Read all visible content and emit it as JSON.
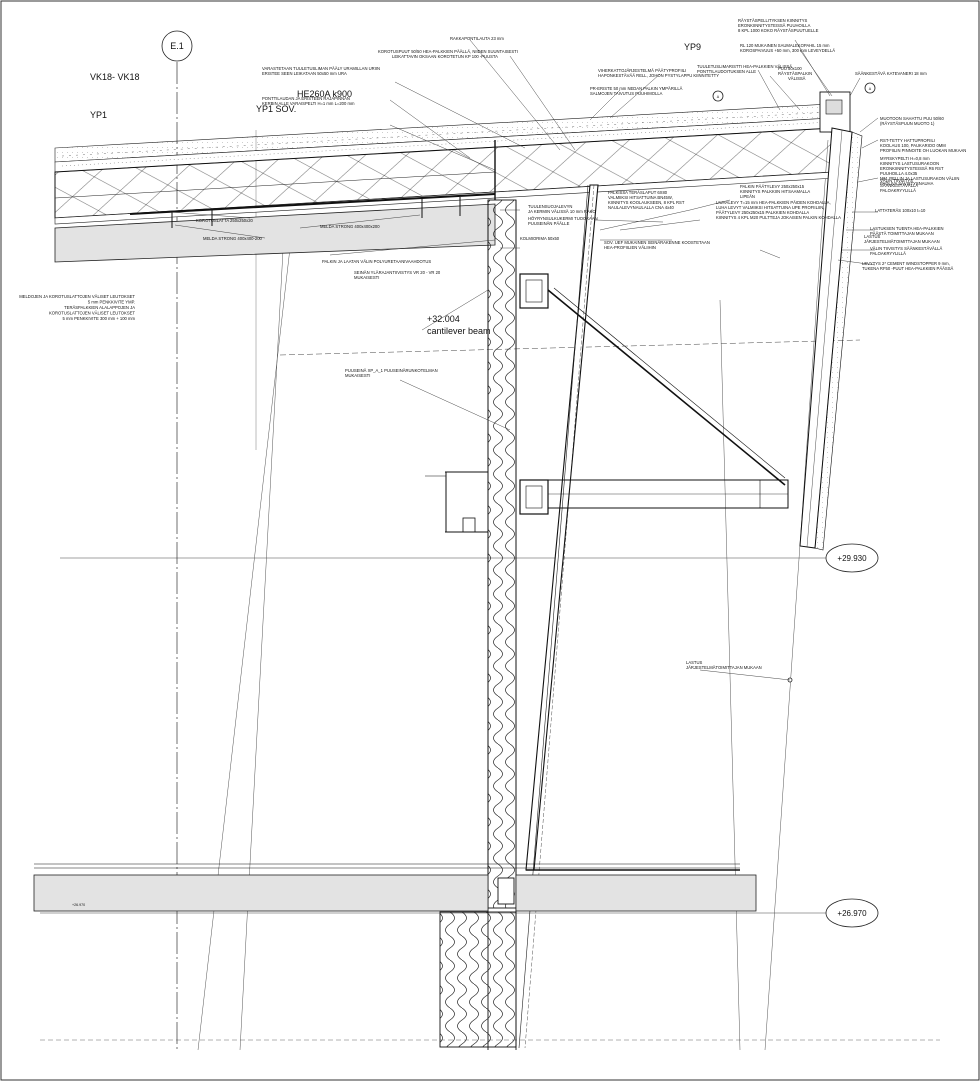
{
  "sheet": {
    "gridline": "E.1",
    "sheet_refs": [
      "VK18- VK18",
      "YP1",
      "YP1 SOV.",
      "YP9",
      "HE260A k900"
    ],
    "levels": [
      {
        "label": "+32.004",
        "sub": "cantilever beam"
      },
      {
        "label": "+29.930"
      },
      {
        "label": "+26.970"
      },
      {
        "label": "+26.970"
      }
    ],
    "markers": [
      "A",
      "A"
    ],
    "notes_top": [
      "RAKKAPONTILAUTA 23 mm",
      "KOROTUSPUUT 50/50 HEA-PALKKIEN PÄÄLLÄ, NIIDEN SUUNTAISESTI",
      "LEIKATTAVIN OKSAAN KOROTETUN KP 100 -PUUSTA",
      "VIHERKATTOJÄRJESTELMÄ PÄÄTYPROFIILI",
      "HAPONKESTÄVÄÄ RELL, JOHON PYSTYLAPPU KIINNITETTY",
      "PR-ERISTE 50 mm NEDAN PALKIN YMPÄRILLÄ",
      "SALMOJEN TAIVUTUS PUUHIMOLLA",
      "VARASTETAAN TUULETUSLIMAN PÄÄLY URAMILLAN URIIN",
      "ERISTEE SEEN LEIKATAAN 50x50 mm URA",
      "PONTTILAUDAN JA ERISTEEN RAJAPINNAN",
      "KERBIN ALLE VARAISPELTI H=1 mm L=200 mm"
    ],
    "notes_top_right": [
      "RÄYSTÄSPELLITYKSEN KIINNITYS",
      "ERONKIINNITYSTEISSÄ PUUHOILLA",
      "8 KPL 1000 KOKO RÄYSTÄSPUUTUELLE",
      "RL 120 MUKAINEN SAUMALEKOPAHIL 15 mm",
      "KOROSPAIVUUS +50 mm, 300 mm LEVEYDELLÄ",
      "TUULETUSLIMARISTTI HEA-PALKKIEN VÄLISSÄ",
      "PONTTILAUDOITUKSEN ALLE",
      "PUU 50x100",
      "RÄYSTÄSPALKIN",
      "VÄLISSÄ",
      "SÄÄNKESTÄVÄ KATEVANERI 18 mm"
    ],
    "notes_right": [
      "MUOTOON SAHATTU PUU 50/60",
      "(RÄYSTÄSPUUN MUOTO 1)",
      "RST-TETTY HATTUPROFIILI",
      "KOOLAUS 100, PAUKARIOO 0MM",
      "PROFIILIN PINNOITE OH LUOKAN MUKAAN",
      "MYRSKYPELTI H=0,8 mm",
      "KIINNITYS LASTUSURAKOON",
      "ERONKIINNITYSTEISSÄ R6 RST",
      "PUUHOILLA 4.0x35",
      "MM, PELLIN JA LASTUSURAKON VÄLIIN",
      "PAOLIVA SÄVISTYSNAUHA",
      "VÄLIN TIIVISTYS",
      "SÄÄNKESTÄVÄLLÄ",
      "PALOAKRYYLILLÄ",
      "LATTATERÄS 100x10 t=10",
      "LASTUKSEN TUENTA HEA-PALKKIEN",
      "PÄÄSTÄ TOIMITTAJAN MUKAAN",
      "VÄLIN TIIVISTYS SÄÄNKESTÄVÄLLÄ",
      "PALOAKRYYLILLÄ",
      "LEVYTYS 2* CEMENT WINDSTOPPER 9 mm,",
      "TUKENA RF50 -PUUT HEA-PALKKIEN PÄÄSSÄ"
    ],
    "notes_middle": [
      "PALKIN PÄÄTYLEVY 250x250x15",
      "KIINNITYS PALKKIIN HITSAAMALLA",
      "LIPEÄN",
      "LIUHALEVY T=15 mm HEA-PALKKIEN PÄIDEN KOHDALLA,",
      "LUHA LEVYT VALMIIKSI HITSATTUINA UPE PROFIILIIN,",
      "PÄÄTYLEVY 250x250x15 PALKKIEN KOHDALLA",
      "KIINNITYS 4 KPL M20 PULTTEJA JOKAISEN PALKIN KOHDALLA",
      "PALKISSA TERÄSLAPUT 6X80",
      "VALMIIKSI HITSATTUINA BN45W,",
      "KIINNITYS KOOLAUKSEEN, 8 KPL RST",
      "NAULALEVYNAULALLA CNA 4x40",
      "TUULENSUOJALEVYN",
      "JA KERMIN VÄLISSÄ 10 mm RAKO",
      "HÖYRYNSULKUKERMI TUOOKAAN",
      "PUUSEINÄN PÄÄLLE",
      "KOLMIORIMA 50x50",
      "SOV. UEF MUKAINEN SEINÄRAKENNE KOOSTETAAN",
      "HEA-PROFIILIEN VÄLIIHIN",
      "KOROTUSLATTA 250x250x20",
      "MELDA STRONG 400x400-200",
      "MELDA STRONG 400x400x200",
      "PALKIN JA LAATAN VÄLIN POLYURETAANIVAAHDOTUS",
      "SEINÄN YLÄRAJANTIIVISTYS VR 20 - VR 20",
      "MUKAISESTI",
      "PUUSEINÄ XP_A_1 PUUSEINÄRUNKOTELMAN",
      "MUKAISESTI"
    ],
    "notes_left": [
      "MELDOJEN JA KOROTUSLATTOJEN VÄLISET LEUTOKSET",
      "5 mm PENKKIVITE YMP.",
      "TERÄSPALKKIEN ALALAPPOJEN JA",
      "KOROTUSLATTOJEN VÄLISET LEUTOKSET",
      "5 mm PENKKIVITE 300 mm + 100 mm"
    ],
    "notes_lower": [
      "LASTUS",
      "JÄRJESTELMÄTOIMITTAJAN MUKAAN",
      "LASTUS",
      "JÄRJESTELMÄTOIMITTAJAN MUKAAN"
    ]
  }
}
